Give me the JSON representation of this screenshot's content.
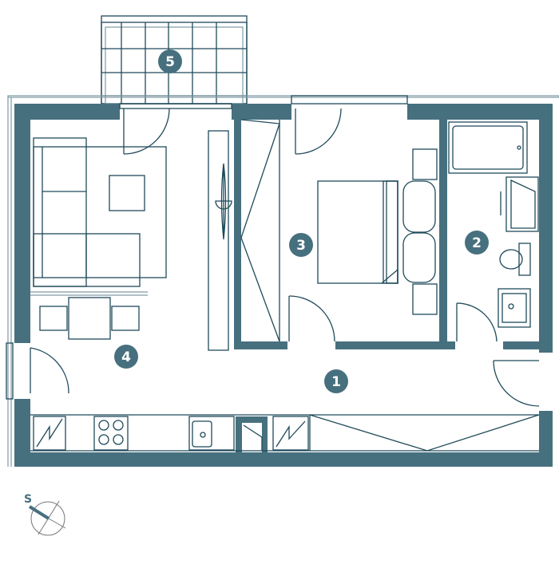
{
  "colors": {
    "wall": "#47707f",
    "line": "#1f4a5a",
    "background": "#ffffff"
  },
  "rooms": [
    {
      "number": "1"
    },
    {
      "number": "2"
    },
    {
      "number": "3"
    },
    {
      "number": "4"
    },
    {
      "number": "5"
    }
  ],
  "compass": {
    "label": "S",
    "icon": "compass-icon"
  }
}
